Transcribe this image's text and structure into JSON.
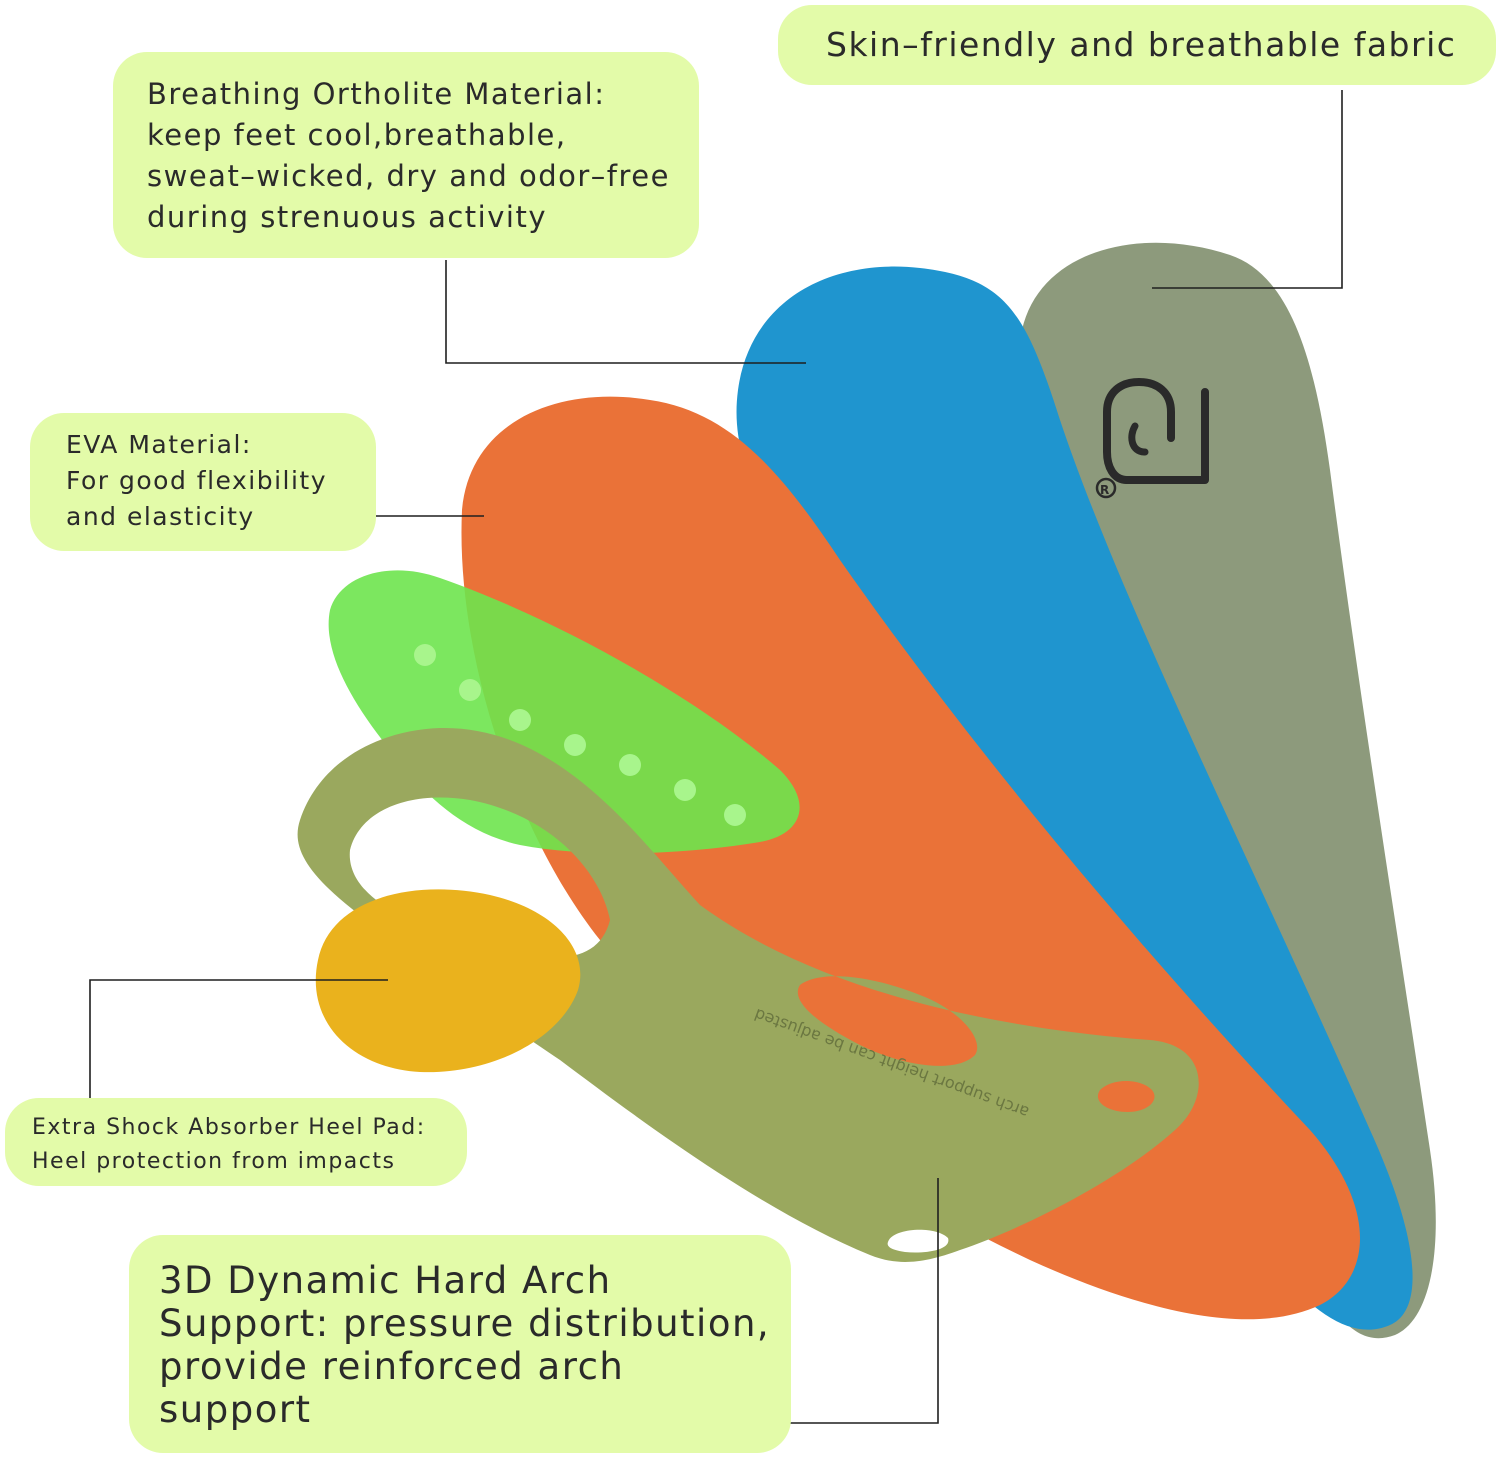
{
  "palette": {
    "callout_fill": "#e3fba9",
    "leader_line": "#1f1f1f",
    "fabric_layer": "#8d9a7c",
    "foam_layer": "#1f95cf",
    "eva_layer": "#ea7238",
    "gel_pad": "#6ee44e",
    "arch_shell": "#9aa85e",
    "heel_pad": "#eab21d"
  },
  "icons": {
    "logo": "brand-logo-mark",
    "registered": "registered-mark"
  },
  "callouts": {
    "fabric": {
      "lines": [
        "Skin–friendly and breathable fabric"
      ]
    },
    "ortholite": {
      "lines": [
        "Breathing Ortholite Material:",
        "keep feet cool,breathable,",
        "sweat–wicked, dry and odor–free",
        "during strenuous activity"
      ]
    },
    "eva": {
      "lines": [
        "EVA Material:",
        "For good flexibility",
        "and elasticity"
      ]
    },
    "heel": {
      "lines": [
        "Extra Shock Absorber Heel Pad:",
        "Heel protection from impacts"
      ]
    },
    "arch": {
      "lines": [
        "3D Dynamic Hard Arch",
        "Support: pressure distribution,",
        "provide reinforced arch",
        "support"
      ]
    }
  },
  "product_imprint": "arch support height can be adjusted"
}
